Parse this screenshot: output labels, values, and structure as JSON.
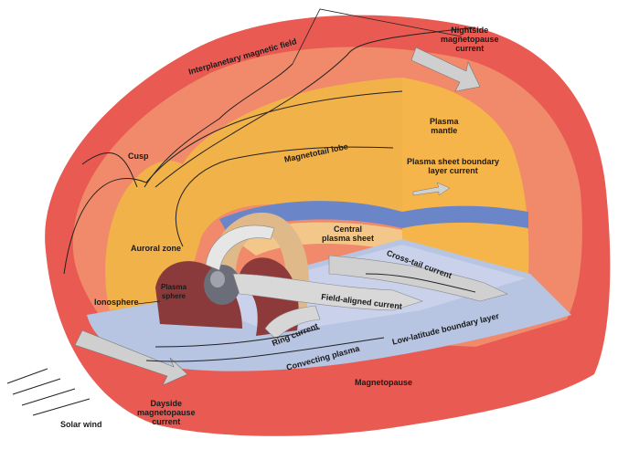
{
  "labels": {
    "nightside_current": "Nightside\nmagnetopause\ncurrent",
    "imf": "Interplanetary magnetic field",
    "plasma_mantle": "Plasma\nmantle",
    "magnetotail_lobe": "Magnetotail lobe",
    "cusp": "Cusp",
    "psbl_current": "Plasma sheet boundary\nlayer current",
    "central_plasma_sheet": "Central\nplasma sheet",
    "auroral_zone": "Auroral zone",
    "cross_tail_current": "Cross-tail current",
    "plasmasphere": "Plasma\nsphere",
    "ionosphere": "Ionosphere",
    "field_aligned_current": "Field-aligned current",
    "ring_current": "Ring current",
    "llbl": "Low-latitude boundary layer",
    "convecting_plasma": "Convecting plasma",
    "magnetopause": "Magnetopause",
    "dayside_current": "Dayside\nmagnetopause\ncurrent",
    "solar_wind": "Solar wind"
  },
  "colors": {
    "outer_shell": "#e85a52",
    "inner_shell": "#f08a6a",
    "lobe": "#f2b24a",
    "sheet_blue": "#8ea6d8",
    "floor": "#b7c4e2",
    "earth": "#6b6e78",
    "plasmasphere": "#8a3a3a",
    "arrow": "#c9c9c9"
  }
}
